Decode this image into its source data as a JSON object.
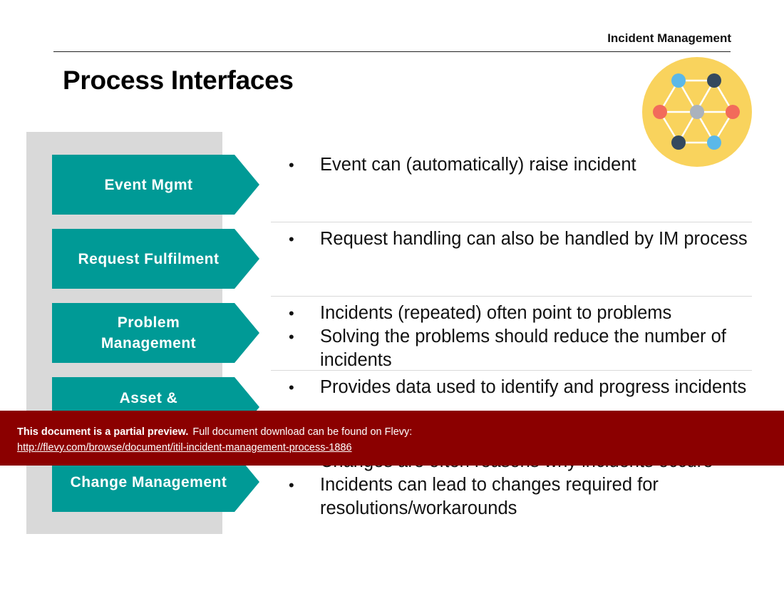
{
  "header": {
    "label": "Incident Management",
    "title": "Process Interfaces"
  },
  "logo": {
    "icon": "network-hexagon-icon",
    "colors": {
      "circle": "#f9d35d",
      "blue": "#5bb8e8",
      "dark": "#34495e",
      "red": "#f26b5b",
      "gray": "#aab2bd"
    }
  },
  "rows": [
    {
      "label": "Event Mgmt",
      "bullets": [
        "Event can (automatically) raise incident"
      ]
    },
    {
      "label": "Request Fulfilment",
      "bullets": [
        "Request handling can also be handled by IM process"
      ]
    },
    {
      "label": "Problem\nManagement",
      "bullets": [
        "Incidents (repeated) often point to problems",
        "Solving the problems should reduce the number of incidents"
      ]
    },
    {
      "label": "Asset &",
      "bullets": [
        "Provides data used to identify and progress incidents"
      ]
    },
    {
      "label": "Change Management",
      "bullets": [
        "Changes are often reasons why incidents occure",
        "Incidents can lead to changes required for resolutions/workarounds"
      ]
    }
  ],
  "bullet_symbol": "•",
  "banner": {
    "bold_text": "This document is a partial preview.",
    "text": "Full document download can be found on Flevy:",
    "link": "http://flevy.com/browse/document/itil-incident-management-process-1886"
  },
  "colors": {
    "accent": "#009a96",
    "banner": "#8b0000",
    "panel": "#d9d9d9"
  }
}
